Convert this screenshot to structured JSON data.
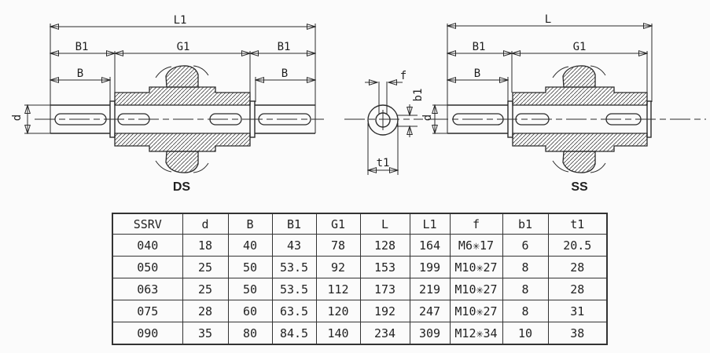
{
  "drawings": {
    "ds": {
      "caption": "DS",
      "labels": {
        "l1": "L1",
        "b1_left": "B1",
        "g1": "G1",
        "b1_right": "B1",
        "b_left": "B",
        "b_right": "B",
        "d": "d"
      }
    },
    "section": {
      "labels": {
        "f": "f",
        "b1": "b1",
        "t1": "t1"
      }
    },
    "ss": {
      "caption": "SS",
      "labels": {
        "l": "L",
        "b1": "B1",
        "g1": "G1",
        "b": "B",
        "d": "d"
      }
    }
  },
  "table": {
    "columns": [
      "SSRV",
      "d",
      "B",
      "B1",
      "G1",
      "L",
      "L1",
      "f",
      "b1",
      "t1"
    ],
    "rows": [
      [
        "040",
        "18",
        "40",
        "43",
        "78",
        "128",
        "164",
        "M6✳17",
        "6",
        "20.5"
      ],
      [
        "050",
        "25",
        "50",
        "53.5",
        "92",
        "153",
        "199",
        "M10✳27",
        "8",
        "28"
      ],
      [
        "063",
        "25",
        "50",
        "53.5",
        "112",
        "173",
        "219",
        "M10✳27",
        "8",
        "28"
      ],
      [
        "075",
        "28",
        "60",
        "63.5",
        "120",
        "192",
        "247",
        "M10✳27",
        "8",
        "31"
      ],
      [
        "090",
        "35",
        "80",
        "84.5",
        "140",
        "234",
        "309",
        "M12✳34",
        "10",
        "38"
      ]
    ]
  },
  "colors": {
    "line": "#2b2b2b",
    "table_border": "#333333",
    "background": "#fbfbfb",
    "text": "#1f1f1f"
  }
}
